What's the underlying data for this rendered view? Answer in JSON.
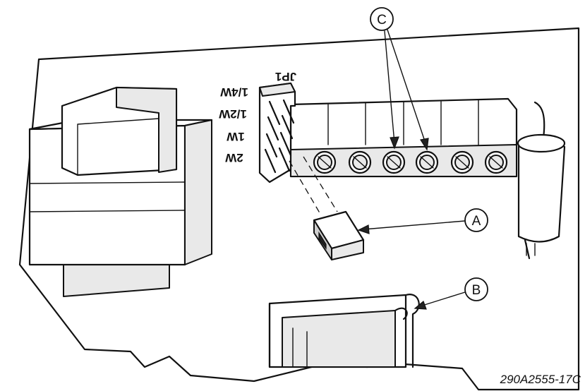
{
  "jumper_header": {
    "title": "JP1",
    "settings": [
      "1/4W",
      "1/2W",
      "1W",
      "2W"
    ]
  },
  "callouts": {
    "a": "A",
    "b": "B",
    "c": "C"
  },
  "figure_code": "290A2555-17C"
}
